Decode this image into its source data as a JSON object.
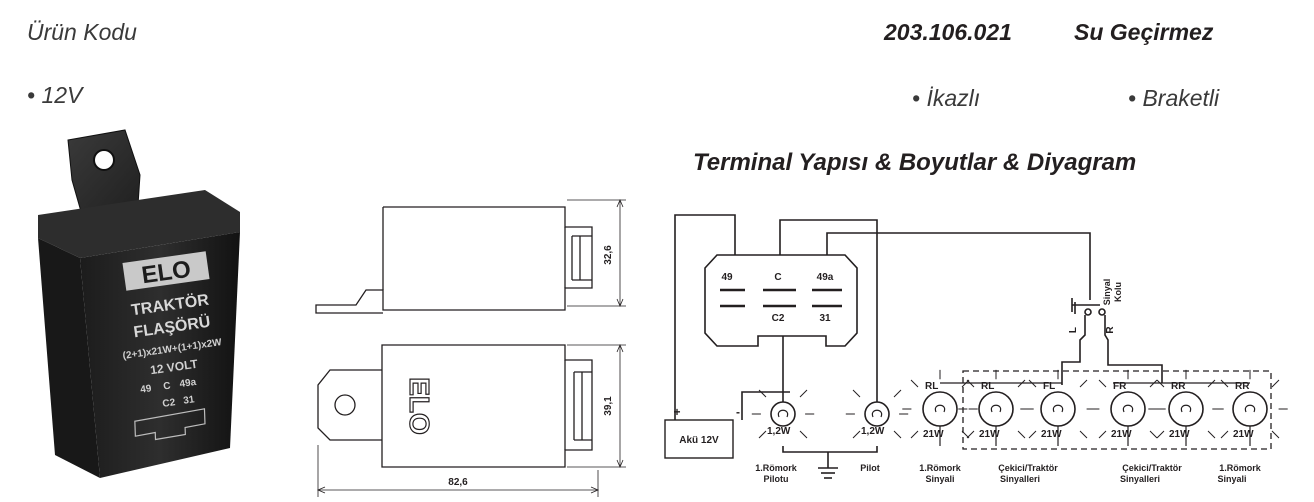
{
  "header": {
    "product_code_label": "Ürün Kodu",
    "part_number": "203.106.021",
    "waterproof_label": "Su Geçirmez"
  },
  "features": {
    "voltage": "• 12V",
    "warning": "• İkazlı",
    "bracket": "• Braketli"
  },
  "section_title": "Terminal Yapısı & Boyutlar & Diyagram",
  "product_photo": {
    "brand": "ELO",
    "name_line1": "TRAKTÖR",
    "name_line2": "FLAŞÖRÜ",
    "rating": "(2+1)x21W+(1+1)x2W",
    "voltage": "12 VOLT",
    "pins": [
      "49",
      "C",
      "49a",
      "C2",
      "31"
    ]
  },
  "dimensions": {
    "height_top": "32,6",
    "height_bottom": "39,1",
    "width": "82,6",
    "side_logo": "ELO"
  },
  "diagram": {
    "terminals": [
      "49",
      "C",
      "49a",
      "C2",
      "31"
    ],
    "battery": "Akü 12V",
    "battery_plus": "+",
    "battery_minus": "-",
    "switch_label_1": "Sinyal",
    "switch_label_2": "Kolu",
    "switch_left": "L",
    "switch_right": "R",
    "lamp_watts_small": "1,2W",
    "lamp_watts_large": "21W",
    "lamp_codes": [
      "RL",
      "RL",
      "FL",
      "FR",
      "RR",
      "RR"
    ],
    "labels": {
      "trailer_pilot_1": "1.Römork",
      "trailer_pilot_2": "Pilotu",
      "pilot": "Pilot",
      "trailer_signal_left_1": "1.Römork",
      "trailer_signal_left_2": "Sinyali",
      "tractor_signal_left_1": "Çekici/Traktör",
      "tractor_signal_left_2": "Sinyalleri",
      "tractor_signal_right_1": "Çekici/Traktör",
      "tractor_signal_right_2": "Sinyalleri",
      "trailer_signal_right_1": "1.Römork",
      "trailer_signal_right_2": "Sinyali"
    }
  }
}
